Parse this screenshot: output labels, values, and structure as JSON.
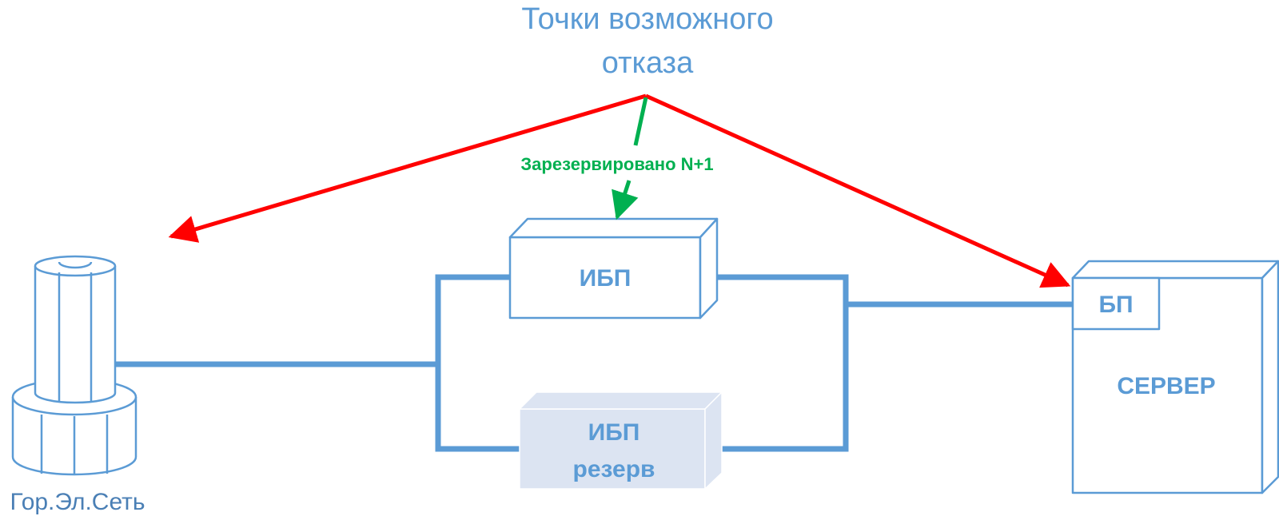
{
  "title": {
    "line1": "Точки возможного",
    "line2": "отказа"
  },
  "redundancy_label": "Зарезервировано N+1",
  "ups_main": {
    "label": "ИБП"
  },
  "ups_reserve": {
    "line1": "ИБП",
    "line2": "резерв"
  },
  "server": {
    "label": "СЕРВЕР",
    "psu_label": "БП"
  },
  "grid": {
    "label": "Гор.Эл.Сеть"
  },
  "colors": {
    "accent_blue": "#5b9bd5",
    "failure_arrow": "#ff0000",
    "redundancy_arrow": "#00b050",
    "reserve_fill": "#dce4f2"
  }
}
